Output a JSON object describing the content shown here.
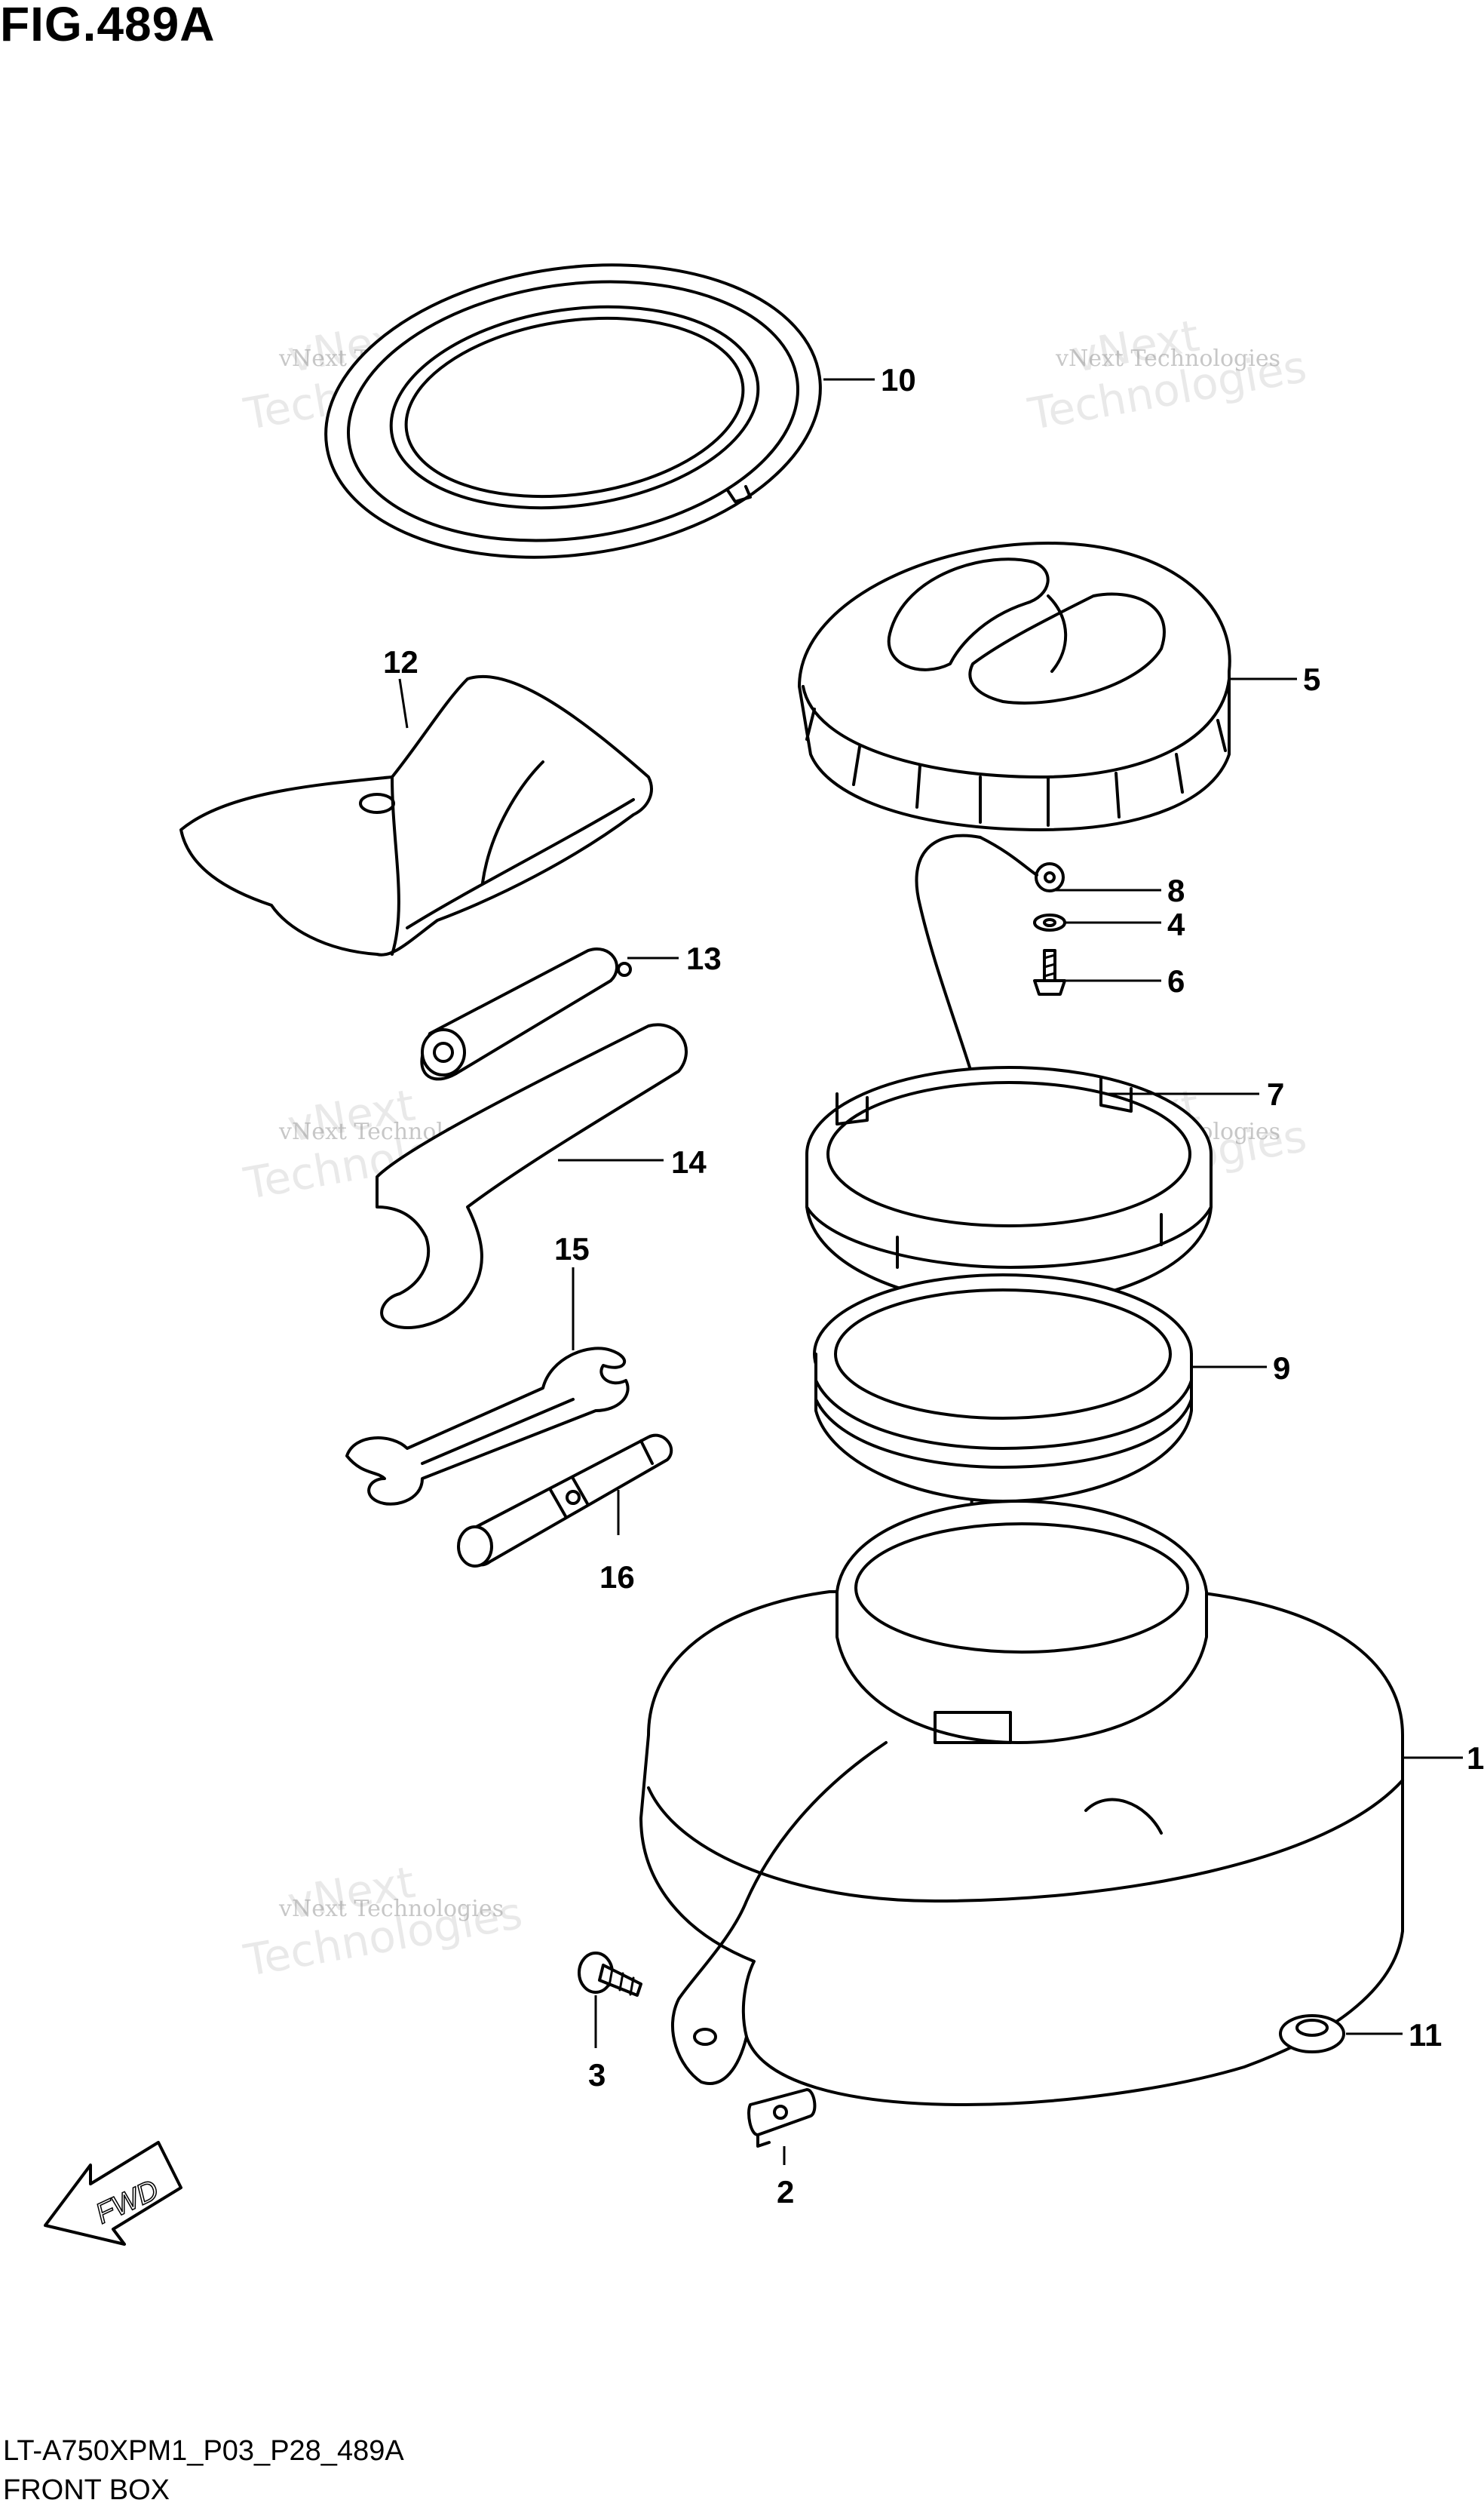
{
  "figure": {
    "title": "FIG.489A",
    "model_code": "LT-A750XPM1_P03_P28_489A",
    "section_name": "FRONT BOX"
  },
  "watermark": {
    "line_small": "vNext Technologies",
    "line_big_1": "vNext",
    "line_big_2": "Technologies"
  },
  "fwd_label": "FWD",
  "callouts": [
    {
      "id": "1"
    },
    {
      "id": "2"
    },
    {
      "id": "3"
    },
    {
      "id": "4"
    },
    {
      "id": "5"
    },
    {
      "id": "6"
    },
    {
      "id": "7"
    },
    {
      "id": "8"
    },
    {
      "id": "9"
    },
    {
      "id": "10"
    },
    {
      "id": "11"
    },
    {
      "id": "12"
    },
    {
      "id": "13"
    },
    {
      "id": "14"
    },
    {
      "id": "15"
    },
    {
      "id": "16"
    }
  ]
}
